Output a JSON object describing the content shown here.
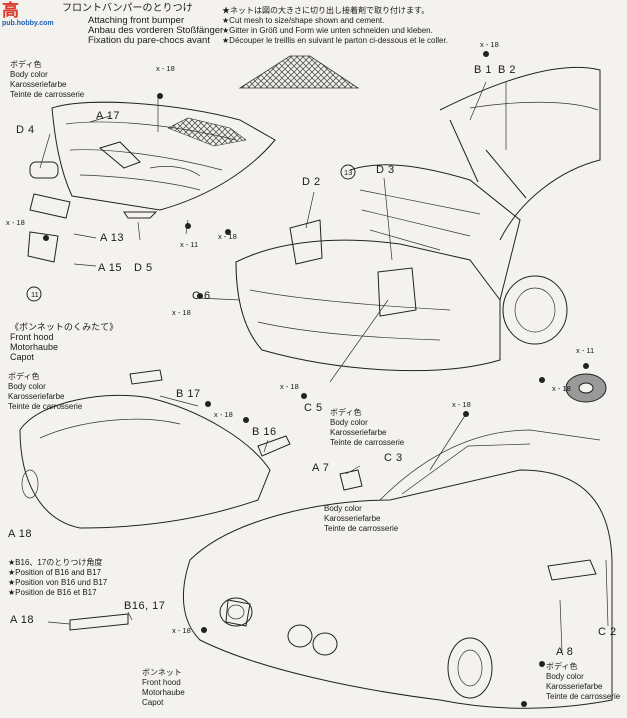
{
  "watermark": {
    "cn": "高",
    "url": "pub.hobby.com"
  },
  "header": {
    "jp_title": "フロントバンパーのとりつけ",
    "en": "Attaching front bumper",
    "de": "Anbau des vorderen Stoßfänger",
    "fr": "Fixation du pare-chocs avant"
  },
  "mesh_note": {
    "jp": "★ネットは図の大きさに切り出し接着剤で取り付けます。",
    "en": "★Cut mesh to size/shape shown and cement.",
    "de": "★Gitter in Größ und Form wie unten schneiden und kleben.",
    "fr": "★Découper le treillis en suivant le parton ci-dessous et le coller."
  },
  "body_color_top": {
    "jp": "ボディ色",
    "en": "Body color",
    "de": "Karosseriefarbe",
    "fr": "Teinte de carrosserie"
  },
  "hood_section": {
    "jp": "《ボンネットのくみたて》",
    "en": "Front hood",
    "de": "Motorhaube",
    "fr": "Capot"
  },
  "body_color_hood": {
    "jp": "ボディ色",
    "en": "Body color",
    "de": "Karosseriefarbe",
    "fr": "Teinte de carrosserie"
  },
  "body_color_mid": {
    "jp": "ボディ色",
    "en": "Body color",
    "de": "Karosseriefarbe",
    "fr": "Teinte de carrosserie"
  },
  "body_color_mid2": {
    "en": "Body color",
    "de": "Karosseriefarbe",
    "fr": "Teinte de carrosserie"
  },
  "body_color_bottom": {
    "jp": "ボディ色",
    "en": "Body color",
    "de": "Karosseriefarbe",
    "fr": "Teinte de carrosserie"
  },
  "b16_note": {
    "jp": "★B16、17のとりつけ角度",
    "en": "★Position of B16 and B17",
    "de": "★Position von B16 und B17",
    "fr": "★Position de B16 et B17"
  },
  "hood_bottom": {
    "jp": "ボンネット",
    "en": "Front hood",
    "de": "Motorhaube",
    "fr": "Capot"
  },
  "parts": {
    "A17": "A 17",
    "D4": "D 4",
    "A13": "A 13",
    "A15": "A 15",
    "D5": "D 5",
    "B1": "B 1",
    "B2": "B 2",
    "D2": "D 2",
    "D3": "D 3",
    "C6": "C 6",
    "C5": "C 5",
    "B17": "B 17",
    "B16": "B 16",
    "A18a": "A 18",
    "A7": "A 7",
    "C3": "C 3",
    "A18b": "A 18",
    "B1617": "B16, 17",
    "A8": "A 8",
    "C2": "C 2"
  },
  "screws": {
    "x18": "x - 18",
    "x11": "x - 11"
  },
  "circled": {
    "n11": "11",
    "n13": "13"
  }
}
